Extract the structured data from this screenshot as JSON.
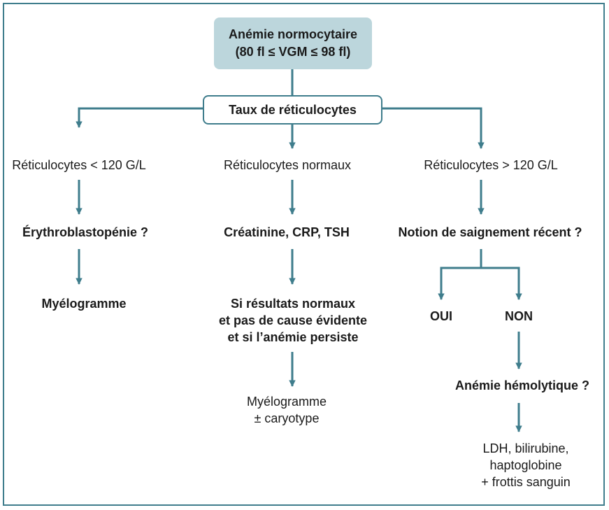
{
  "colors": {
    "accent": "#3f7d8c",
    "box_fill": "#bcd6dc"
  },
  "root": {
    "line1": "Anémie normocytaire",
    "line2": "(80 fl ≤ VGM ≤ 98 fl)"
  },
  "decision": {
    "label": "Taux de réticulocytes"
  },
  "left": {
    "condition": "Réticulocytes < 120 G/L",
    "question": "Érythroblastopénie ?",
    "result": "Myélogramme"
  },
  "center": {
    "condition": "Réticulocytes normaux",
    "tests": "Créatinine, CRP, TSH",
    "criteria": [
      "Si résultats normaux",
      "et pas de cause évidente",
      "et si l’anémie persiste"
    ],
    "result": [
      "Myélogramme",
      "± caryotype"
    ]
  },
  "right": {
    "condition": "Réticulocytes > 120 G/L",
    "question": "Notion de saignement récent ?",
    "yes": "OUI",
    "no": "NON",
    "no_question": "Anémie hémolytique ?",
    "no_result": [
      "LDH, bilirubine,",
      "haptoglobine",
      "+ frottis sanguin"
    ]
  }
}
